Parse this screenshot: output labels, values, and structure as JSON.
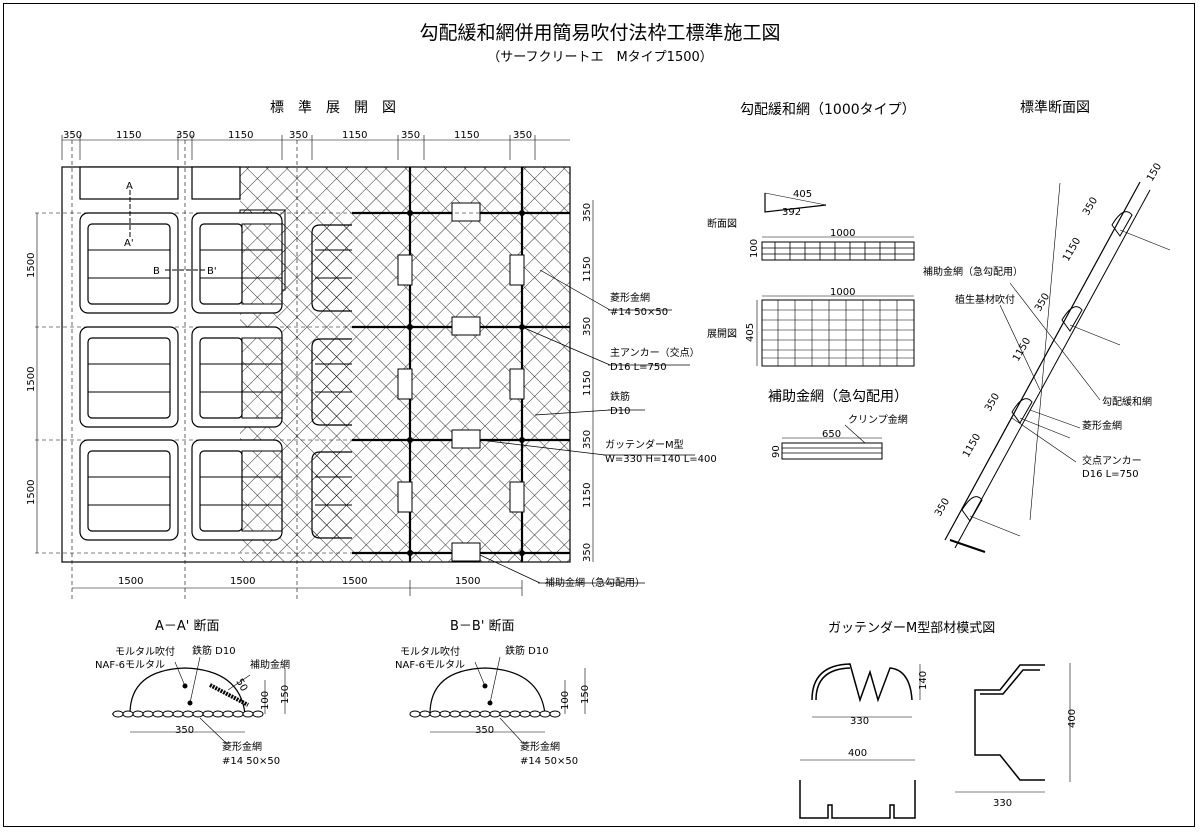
{
  "title": "勾配緩和網併用簡易吹付法枠工標準施工図",
  "subtitle": "（サーフクリートエ　Mタイプ1500）",
  "plan": {
    "heading": "標　準　展　開　図",
    "top_dims": [
      "350",
      "1150",
      "350",
      "1150",
      "350",
      "1150",
      "350",
      "1150",
      "350"
    ],
    "left_dims": [
      "1500",
      "1500",
      "1500"
    ],
    "bottom_dims": [
      "1500",
      "1500",
      "1500",
      "1500"
    ],
    "right_dims": [
      "350",
      "1150",
      "350",
      "1150",
      "350",
      "1150",
      "350"
    ],
    "section_a": "A",
    "section_a2": "A'",
    "section_b": "B",
    "section_b2": "B'",
    "labels": {
      "rhombus_mesh": "菱形金網",
      "rhombus_mesh_spec": "#14  50×50",
      "main_anchor": "主アンカー（交点）",
      "main_anchor_spec": "D16  L=750",
      "rebar": "鉄筋",
      "rebar_spec": "D10",
      "gutter": "ガッテンダーM型",
      "gutter_spec": "W=330  H=140  L=400",
      "aux_mesh": "補助金網（急勾配用）"
    }
  },
  "slope_net": {
    "heading": "勾配緩和網（1000タイプ）",
    "section_label": "断面図",
    "dim_405": "405",
    "dim_392": "392",
    "dim_1000": "1000",
    "dim_100": "100",
    "dev_label": "展開図",
    "dev_dim_1000": "1000",
    "dev_dim_405": "405"
  },
  "aux_mesh": {
    "heading": "補助金網（急勾配用）",
    "clip": "クリンプ金網",
    "dim_650": "650",
    "dim_90": "90"
  },
  "std_section": {
    "heading": "標準断面図",
    "dims": [
      "150",
      "350",
      "1150",
      "350",
      "1150",
      "350",
      "1150",
      "350"
    ],
    "labels": {
      "aux": "補助金網（急勾配用）",
      "veg": "植生基材吹付",
      "slope_net": "勾配緩和網",
      "rhombus": "菱形金網",
      "anchor": "交点アンカー",
      "anchor_spec": "D16  L=750"
    }
  },
  "sec_aa": {
    "heading": "A－A' 断面",
    "mortar": "モルタル吹付",
    "naf": "NAF-6モルタル",
    "rebar": "鉄筋  D10",
    "aux": "補助金網",
    "dim_350": "350",
    "dim_100": "100",
    "dim_150": "150",
    "dim_50": "50",
    "rhombus": "菱形金網",
    "rhombus_spec": "#14    50×50"
  },
  "sec_bb": {
    "heading": "B－B' 断面",
    "mortar": "モルタル吹付",
    "naf": "NAF-6モルタル",
    "rebar": "鉄筋  D10",
    "dim_350": "350",
    "dim_100": "100",
    "dim_150": "150",
    "rhombus": "菱形金網",
    "rhombus_spec": "#14    50×50"
  },
  "gutter": {
    "heading": "ガッテンダーM型部材模式図",
    "dim_140": "140",
    "dim_330": "330",
    "dim_400": "400",
    "dim_400b": "400",
    "dim_330b": "330"
  }
}
